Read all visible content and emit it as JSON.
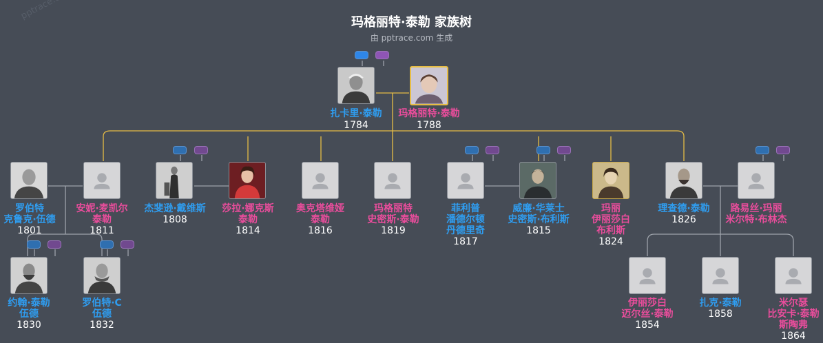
{
  "header": {
    "title": "玛格丽特·泰勒 家族树",
    "subtitle": "由 pptrace.com 生成",
    "watermark": "pptrace.com"
  },
  "people": {
    "zachary": {
      "name": [
        "扎卡里·泰勒"
      ],
      "year": "1784",
      "gender": "m"
    },
    "margaret": {
      "name": [
        "玛格丽特·泰勒"
      ],
      "year": "1788",
      "gender": "f"
    },
    "robert_w": {
      "name": [
        "罗伯特",
        "克鲁克·伍德"
      ],
      "year": "1801",
      "gender": "m"
    },
    "anne": {
      "name": [
        "安妮·麦凯尔",
        "泰勒"
      ],
      "year": "1811",
      "gender": "f"
    },
    "jefferson": {
      "name": [
        "杰斐逊·戴维斯"
      ],
      "year": "1808",
      "gender": "m"
    },
    "sarah": {
      "name": [
        "莎拉·娜克斯",
        "泰勒"
      ],
      "year": "1814",
      "gender": "f"
    },
    "octavia": {
      "name": [
        "奥克塔维娅",
        "泰勒"
      ],
      "year": "1816",
      "gender": "f"
    },
    "margaret_s": {
      "name": [
        "玛格丽特",
        "史密斯·泰勒"
      ],
      "year": "1819",
      "gender": "f"
    },
    "philip": {
      "name": [
        "菲利普",
        "潘德尔顿",
        "丹德里奇"
      ],
      "year": "1817",
      "gender": "m"
    },
    "william": {
      "name": [
        "威廉·华莱士",
        "史密斯·布利斯"
      ],
      "year": "1815",
      "gender": "m"
    },
    "mary": {
      "name": [
        "玛丽",
        "伊丽莎白",
        "布利斯"
      ],
      "year": "1824",
      "gender": "f"
    },
    "richard": {
      "name": [
        "理查德·泰勒"
      ],
      "year": "1826",
      "gender": "m"
    },
    "louise": {
      "name": [
        "路易丝·玛丽",
        "米尔特·布林杰"
      ],
      "year": "",
      "gender": "f"
    },
    "john": {
      "name": [
        "约翰·泰勒",
        "伍德"
      ],
      "year": "1830",
      "gender": "m"
    },
    "robert_c": {
      "name": [
        "罗伯特·C",
        "伍德"
      ],
      "year": "1832",
      "gender": "m"
    },
    "elizabeth": {
      "name": [
        "伊丽莎白",
        "迈尔丝·泰勒"
      ],
      "year": "1854",
      "gender": "f"
    },
    "zack": {
      "name": [
        "扎克·泰勒"
      ],
      "year": "1858",
      "gender": "m"
    },
    "myrthe": {
      "name": [
        "米尔瑟",
        "比安卡·泰勒",
        "斯陶弗"
      ],
      "year": "1864",
      "gender": "f"
    }
  },
  "colors": {
    "background": "#464c56",
    "male": "#2f9df0",
    "female": "#ea4d9c",
    "gold_line": "#e7bd45",
    "gray_line": "#9ea3ab"
  }
}
